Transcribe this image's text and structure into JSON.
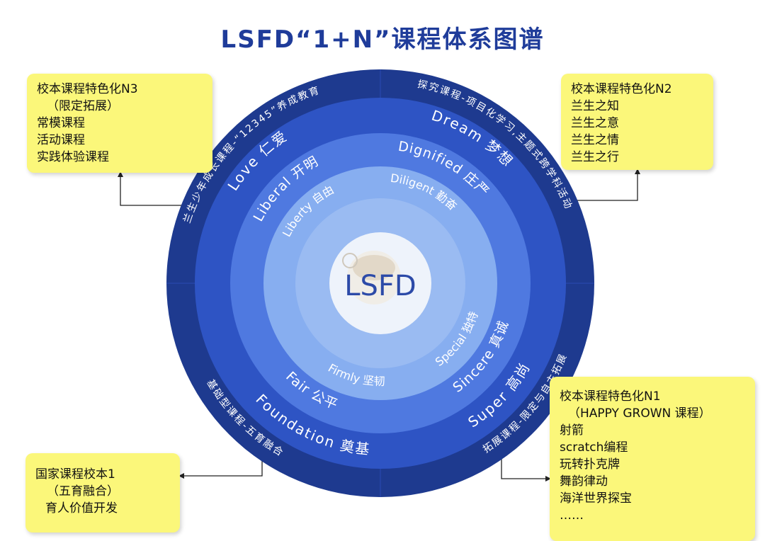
{
  "title": "LSFD“1+N”课程体系图谱",
  "center": {
    "label": "LSFD"
  },
  "notes": {
    "n3": {
      "lines": [
        "校本课程特色化N3",
        "（限定拓展）",
        "常模课程",
        "活动课程",
        "实践体验课程"
      ]
    },
    "n2": {
      "lines": [
        "校本课程特色化N2",
        "兰生之知",
        "兰生之意",
        "兰生之情",
        "兰生之行"
      ]
    },
    "n1": {
      "lines": [
        "校本课程特色化N1",
        "（HAPPY GROWN 课程）",
        "射箭",
        "scratch编程",
        "玩转扑克牌",
        "舞韵律动",
        "海洋世界探宝",
        "……"
      ]
    },
    "national": {
      "lines": [
        "国家课程校本1",
        "（五育融合）",
        "育人价值开发"
      ]
    }
  },
  "rings": {
    "outer": [
      "兰生少年成长课程-“12345”养成教育",
      "探究课程-项目化学习,主题式跨学科活动",
      "拓展课程-限定与自主拓展",
      "基础型课程-五育融合"
    ],
    "third": [
      "Love 仁爱",
      "Dream 梦想",
      "Super 高尚",
      "Foundation 奠基"
    ],
    "second": [
      "Liberal 开明",
      "Dignified 庄严",
      "Sincere 真诚",
      "Fair 公平"
    ],
    "inner": [
      "Liberty 自由",
      "Diligent 勤奋",
      "Special 独特",
      "Firmly 坚韧"
    ]
  },
  "colors": {
    "outer": "#1e3a8f",
    "third": "#2e54c4",
    "second": "#4f79e0",
    "inner": "#87aef0",
    "center": "#eef3fb",
    "title": "#1f3c9a",
    "note": "#fbf77a"
  }
}
